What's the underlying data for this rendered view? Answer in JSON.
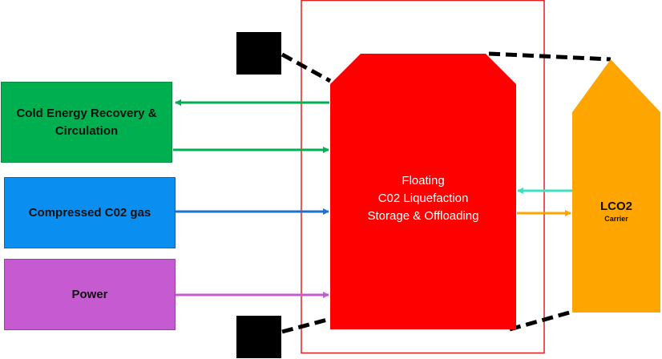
{
  "inputs": {
    "cold_energy": "Cold Energy Recovery & Circulation",
    "compressed_gas": "Compressed C02 gas",
    "power": "Power"
  },
  "hub": {
    "line1": "Floating",
    "line2": "C02 Liquefaction",
    "line3": "Storage & Offloading"
  },
  "carrier": {
    "title": "LCO2",
    "subtitle": "Carrier"
  },
  "colors": {
    "cold_energy": "#00b050",
    "compressed_gas": "#0a8ef0",
    "power": "#c65bd1",
    "hub": "#ff0000",
    "carrier": "#ffa500",
    "return_arrow": "#40e0c0",
    "offload_arrow": "#ffa500",
    "frame": "#e02020",
    "mooring": "#000000"
  }
}
